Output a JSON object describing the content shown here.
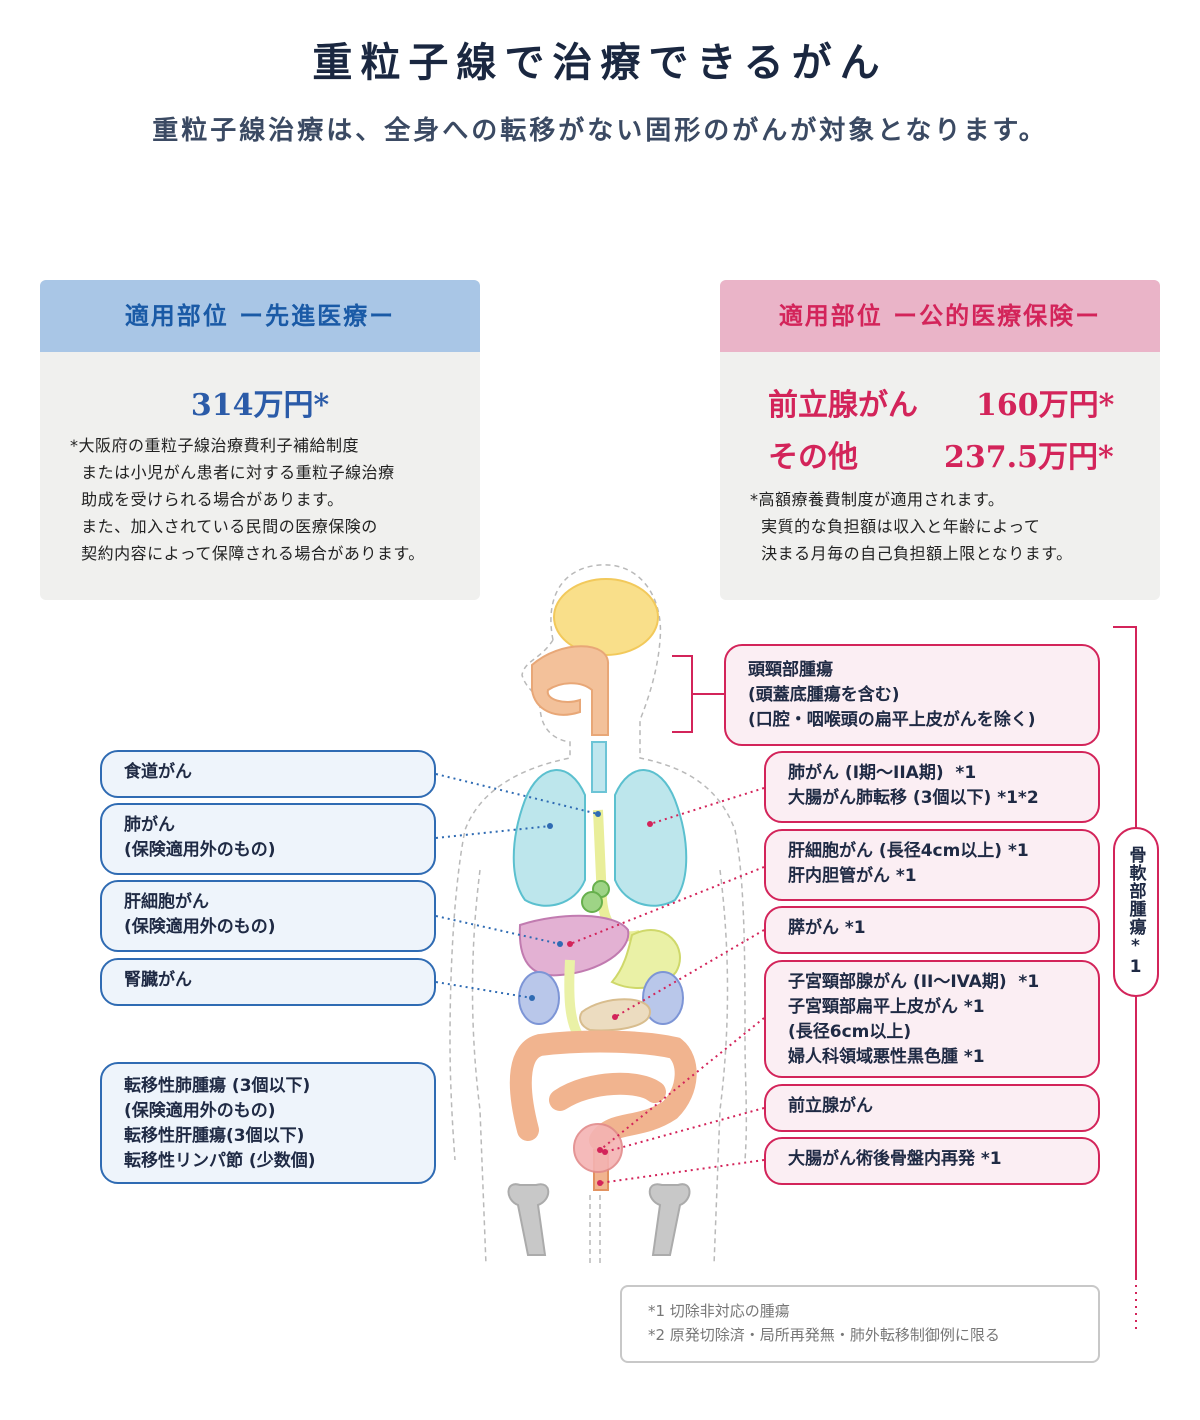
{
  "title": "重粒子線で治療できるがん",
  "subtitle": "重粒子線治療は、全身への転移がない固形のがんが対象となります。",
  "panels": {
    "left": {
      "heading": "適用部位 ー先進医療ー",
      "price": "314万円*",
      "note": "*大阪府の重粒子線治療費利子補給制度\n  または小児がん患者に対する重粒子線治療\n  助成を受けられる場合があります。\n  また、加入されている民間の医療保険の\n  契約内容によって保障される場合があります。"
    },
    "right": {
      "heading": "適用部位 ー公的医療保険ー",
      "rows": [
        {
          "label": "前立腺がん",
          "price": "160万円*"
        },
        {
          "label": "その他",
          "price": "237.5万円*"
        }
      ],
      "note": "*高額療養費制度が適用されます。\n  実質的な負担額は収入と年齢によって\n  決まる月毎の自己負担額上限となります。"
    }
  },
  "left_callouts": [
    {
      "text": "食道がん"
    },
    {
      "text": "肺がん\n(保険適用外のもの)"
    },
    {
      "text": "肝細胞がん\n(保険適用外のもの)"
    },
    {
      "text": "腎臓がん"
    },
    {
      "text": "転移性肺腫瘍 (3個以下)\n(保険適用外のもの)\n転移性肝腫瘍(3個以下)\n転移性リンパ節 (少数個)"
    }
  ],
  "right_callouts": [
    {
      "text": "頭頸部腫瘍\n(頭蓋底腫瘍を含む)\n(口腔・咽喉頭の扁平上皮がんを除く)"
    },
    {
      "text": "肺がん (I期〜IIA期)  *1\n大腸がん肺転移 (3個以下) *1*2"
    },
    {
      "text": "肝細胞がん (長径4cm以上) *1\n肝内胆管がん *1"
    },
    {
      "text": "膵がん *1"
    },
    {
      "text": "子宮頸部腺がん (II〜IVA期)  *1\n子宮頸部扁平上皮がん *1\n(長径6cm以上)\n婦人科領域悪性黒色腫 *1"
    },
    {
      "text": "前立腺がん"
    },
    {
      "text": "大腸がん術後骨盤内再発 *1"
    }
  ],
  "bone_label": "骨軟部腫瘍*1",
  "footnotes": {
    "line1": "*1 切除非対応の腫瘍",
    "line2": "*2 原発切除済・局所再発無・肺外転移制御例に限る"
  },
  "colors": {
    "blue_accent": "#2f6bb3",
    "pink_accent": "#d3245a",
    "panel_bg": "#f0f0ee"
  }
}
